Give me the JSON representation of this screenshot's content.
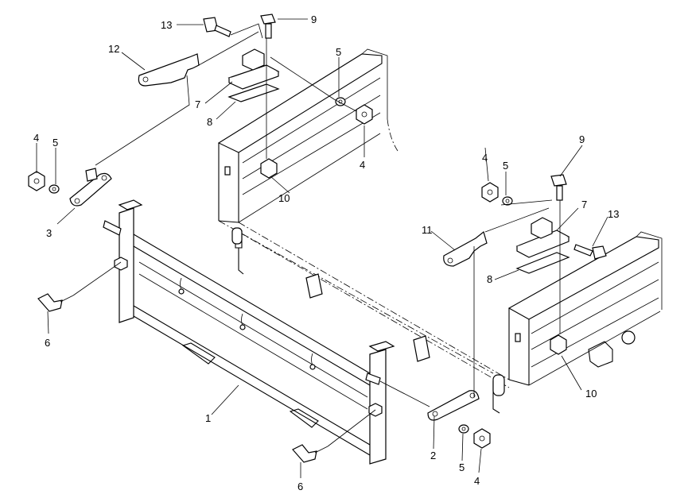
{
  "callouts": {
    "n13a": "13",
    "n9a": "9",
    "n12": "12",
    "n5a": "5",
    "n7a": "7",
    "n8a": "8",
    "n4a": "4",
    "n5b": "5",
    "n3": "3",
    "n4b": "4",
    "n10a": "10",
    "n6a": "6",
    "n4c": "4",
    "n5c": "5",
    "n9b": "9",
    "n11": "11",
    "n7b": "7",
    "n13b": "13",
    "n8b": "8",
    "n10b": "10",
    "n1": "1",
    "n2": "2",
    "n5d": "5",
    "n4d": "4",
    "n6b": "6"
  }
}
